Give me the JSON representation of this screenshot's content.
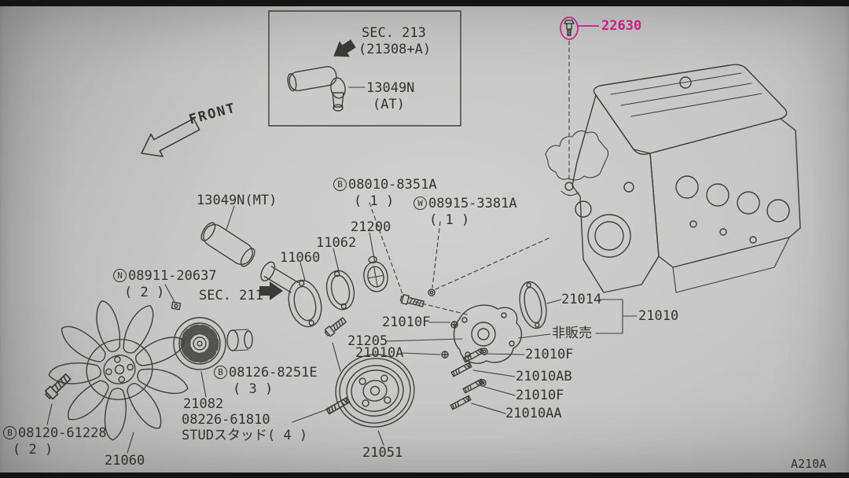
{
  "colors": {
    "highlight": "#d61f8d",
    "ink": "#33332f"
  },
  "page": {
    "front_label": "FRONT",
    "diagram_code": "A210A"
  },
  "inset": {
    "sec": "SEC. 213",
    "sec_sub": "(21308+A)",
    "part": "13049N",
    "part_sub": "(AT)"
  },
  "highlighted": {
    "part": "22630"
  },
  "labels": {
    "13049N_MT": "13049N(MT)",
    "21200": "21200",
    "11062": "11062",
    "11060": "11060",
    "sec211": "SEC. 211",
    "21014": "21014",
    "21010": "21010",
    "not_sold": "非販売",
    "21010F": "21010F",
    "21205": "21205",
    "21010A": "21010A",
    "21010AB": "21010AB",
    "21010AA": "21010AA",
    "21082": "21082",
    "08226_61810": "08226-61810",
    "stud_qty": "STUDスタッド( 4 )",
    "21060": "21060",
    "21051": "21051"
  },
  "fasteners": {
    "b08010": {
      "prefix": "B",
      "code": "08010-8351A",
      "qty": "( 1 )"
    },
    "w08915": {
      "prefix": "W",
      "code": "08915-3381A",
      "qty": "( 1 )"
    },
    "n08911": {
      "prefix": "N",
      "code": "08911-20637",
      "qty": "( 2 )"
    },
    "b08126": {
      "prefix": "B",
      "code": "08126-8251E",
      "qty": "( 3 )"
    },
    "b08120": {
      "prefix": "B",
      "code": "08120-61228",
      "qty": "( 2 )"
    }
  }
}
